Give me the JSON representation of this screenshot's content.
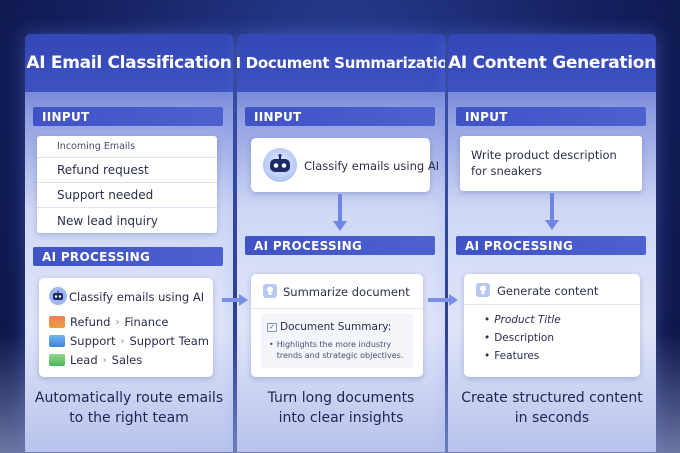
{
  "columns": [
    {
      "title": "AI Email Classification",
      "input_label": "IINPUT",
      "emails_header": "Incoming Emails",
      "emails": [
        "Refund request",
        "Support needed",
        "New lead inquiry"
      ],
      "processing_label": "AI PROCESSING",
      "processing_title": "Classify emails using AI",
      "routes": [
        {
          "from": "Refund",
          "sep": "›",
          "to": "Finance"
        },
        {
          "from": "Support",
          "sep": "›",
          "to": "Support Team"
        },
        {
          "from": "Lead",
          "sep": "›",
          "to": "Sales"
        }
      ],
      "caption_line1": "Automatically route emails",
      "caption_line2": "to the right team"
    },
    {
      "title": "AI Document Summarization",
      "input_label": "IINPUT",
      "input_text": "Classify emails using AI",
      "processing_label": "AI PROCESSING",
      "processing_title": "Summarize document",
      "summary_title": "Document Summary:",
      "summary_text": "Highlights the more industry trends and strategic objectives.",
      "caption_line1": "Turn long documents",
      "caption_line2": "into clear insights"
    },
    {
      "title": "AI Content Generation",
      "input_label": "INPUT",
      "input_text": "Write product description for sneakers",
      "processing_label": "AI PROCESSING",
      "processing_title": "Generate content",
      "items": [
        "Product Title",
        "Description",
        "Features"
      ],
      "caption_line1": "Create structured content",
      "caption_line2": "in seconds"
    }
  ],
  "colors": {
    "title_bar": "#3347b6",
    "section_bar": "#3f53c6",
    "arrow": "#6f86e4",
    "caption_text": "#1d2456"
  }
}
